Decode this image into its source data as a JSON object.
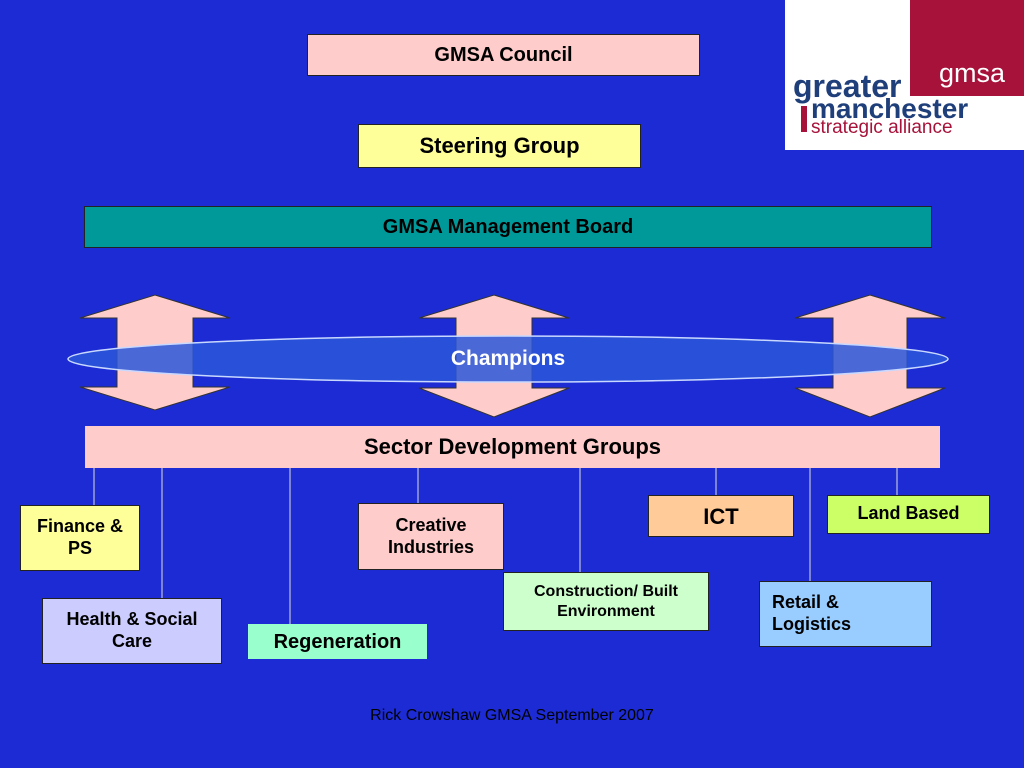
{
  "council": "GMSA Council",
  "steering": "Steering Group",
  "management": "GMSA Management Board",
  "champions": "Champions",
  "sector": "Sector Development Groups",
  "groups": {
    "finance": "Finance & PS",
    "health": "Health & Social Care",
    "regeneration": "Regeneration",
    "creative": "Creative Industries",
    "construction": "Construction/ Built Environment",
    "ict": "ICT",
    "retail": "Retail & Logistics",
    "land": "Land Based"
  },
  "footer": "Rick Crowshaw GMSA September 2007",
  "logo": {
    "line1": "greater",
    "line2": "manchester",
    "line3": "strategic alliance",
    "badge": "gmsa"
  },
  "colors": {
    "background": "#1c2bd3",
    "pink": "#ffcccc",
    "yellow": "#ffff99",
    "teal": "#009999",
    "lavender": "#ccccff",
    "mint": "#99ffcc",
    "light_green": "#ccffcc",
    "peach": "#ffcc99",
    "light_blue": "#99ccff",
    "lime": "#ccff66",
    "logo_red": "#a7123a",
    "logo_blue": "#1f3f7a"
  }
}
